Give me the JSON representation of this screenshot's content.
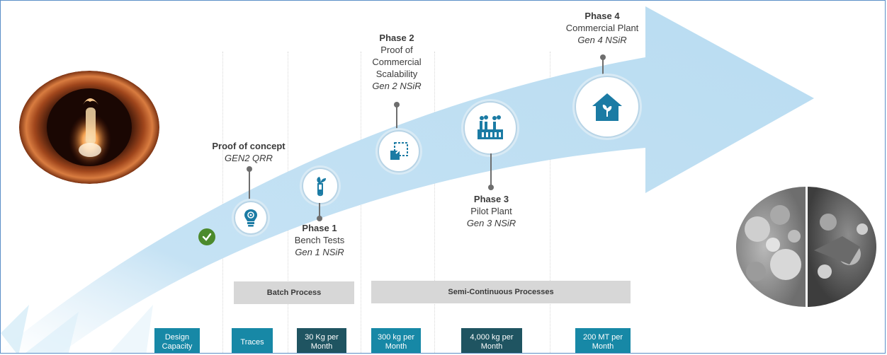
{
  "colors": {
    "arrow": "#c5e2f4",
    "accent_teal": "#1788a6",
    "accent_dark": "#1f5461",
    "icon_blue": "#1b7ba4",
    "check_green": "#4c8a2c",
    "band_gray": "#d7d7d7"
  },
  "milestones": [
    {
      "title": "Proof of concept",
      "subtitle": "",
      "gen": "GEN2 QRR",
      "icon": "lightbulb-gear-icon"
    },
    {
      "title": "Phase 1",
      "subtitle": "Bench Tests",
      "gen": "Gen 1 NSiR",
      "icon": "test-tube-leaf-icon"
    },
    {
      "title": "Phase 2",
      "subtitle": "Proof of Commercial Scalability",
      "subtitle_lines": [
        "Proof of",
        "Commercial",
        "Scalability"
      ],
      "gen": "Gen 2 NSiR",
      "icon": "scale-up-icon"
    },
    {
      "title": "Phase 3",
      "subtitle": "Pilot Plant",
      "gen": "Gen 3 NSiR",
      "icon": "factory-icon"
    },
    {
      "title": "Phase 4",
      "subtitle": "Commercial Plant",
      "gen": "Gen 4 NSiR",
      "icon": "house-sprout-icon"
    }
  ],
  "start_marker_icon": "checkmark-icon",
  "process_bands": [
    {
      "label": "Batch Process"
    },
    {
      "label": "Semi-Continuous Processes"
    }
  ],
  "capacity": [
    {
      "label": "Design\nCapacity",
      "style": "teal"
    },
    {
      "label": "Traces",
      "style": "teal"
    },
    {
      "label": "30 Kg per\nMonth",
      "style": "dark"
    },
    {
      "label": "300 kg per\nMonth",
      "style": "teal"
    },
    {
      "label": "4,000 kg per\nMonth",
      "style": "dark"
    },
    {
      "label": "200 MT per\nMonth",
      "style": "teal"
    }
  ],
  "images": {
    "left": "furnace-photo",
    "right": "microscopy-photo"
  }
}
